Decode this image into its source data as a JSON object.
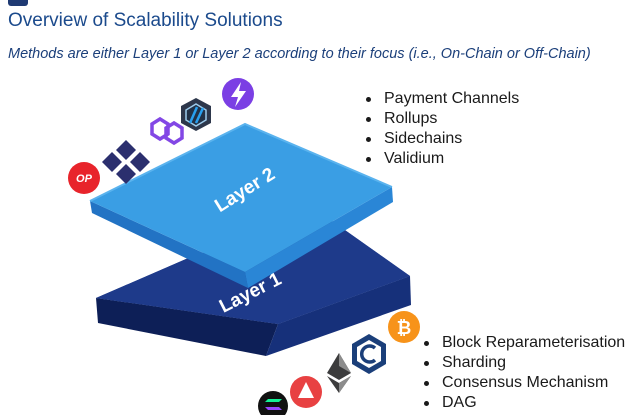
{
  "header": {
    "title": "Overview of Scalability Solutions",
    "subtitle": "Methods are either Layer 1 or Layer 2 according to their focus (i.e., On-Chain or Off-Chain)"
  },
  "layers": {
    "layer2": {
      "label": "Layer 2",
      "color": "#3a9ee4",
      "methods": [
        "Payment Channels",
        "Rollups",
        "Sidechains",
        "Validium"
      ],
      "logos": [
        {
          "icon": "optimism-icon",
          "text": "OP",
          "color": "#e8242b"
        },
        {
          "icon": "loopring-icon",
          "color": "#2b2f6e"
        },
        {
          "icon": "polygon-icon",
          "color": "#8247e5"
        },
        {
          "icon": "arbitrum-icon",
          "color": "#2d374b"
        },
        {
          "icon": "lightning-icon",
          "color": "#7b3fe4"
        }
      ]
    },
    "layer1": {
      "label": "Layer 1",
      "color": "#1e3a8a",
      "methods": [
        "Block Reparameterisation",
        "Sharding",
        "Consensus Mechanism",
        "DAG"
      ],
      "logos": [
        {
          "icon": "solana-icon",
          "color": "#111111"
        },
        {
          "icon": "avalanche-icon",
          "color": "#e84142"
        },
        {
          "icon": "ethereum-icon",
          "color": "#3c3c3d"
        },
        {
          "icon": "cardano-icon",
          "color": "#1b3f7a"
        },
        {
          "icon": "bitcoin-icon",
          "color": "#f7931a"
        }
      ]
    }
  }
}
